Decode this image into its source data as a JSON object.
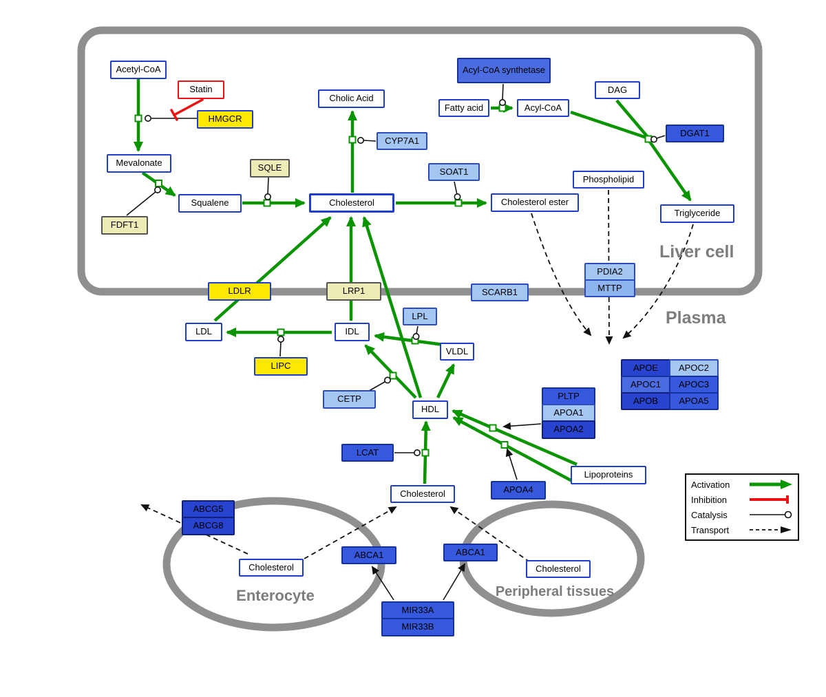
{
  "palette": {
    "activation_green": "#0a9400",
    "inhibition_red": "#ee1111",
    "node_border_blue": "#1f3dcc",
    "bright_yellow": "#ffe800",
    "pale_yellow": "#eeecb6",
    "light_blue": "#a3c6f3",
    "medium_blue": "#4a6ce0",
    "royal_blue": "#3558dc",
    "dark_blue": "#2743cf",
    "compartment_gray": "#8f8f8f"
  },
  "compartments": {
    "liver": "Liver cell",
    "plasma": "Plasma",
    "enterocyte": "Enterocyte",
    "peripheral": "Peripheral tissues"
  },
  "nodes": {
    "acetyl_coa": "Acetyl-CoA",
    "statin": "Statin",
    "hmgcr": "HMGCR",
    "mevalonate": "Mevalonate",
    "squalene": "Squalene",
    "sqle": "SQLE",
    "fdft1": "FDFT1",
    "cholesterol_liver": "Cholesterol",
    "cholic_acid": "Cholic Acid",
    "cyp7a1": "CYP7A1",
    "soat1": "SOAT1",
    "cholesterol_ester": "Cholesterol ester",
    "acyl_coa_synthetase": "Acyl-CoA synthetase",
    "fatty_acid": "Fatty acid",
    "acyl_coa": "Acyl-CoA",
    "dag": "DAG",
    "dgat1": "DGAT1",
    "phospholipid": "Phospholipid",
    "triglyceride": "Triglyceride",
    "pdia2": "PDIA2",
    "mttp": "MTTP",
    "scarb1": "SCARB1",
    "ldlr": "LDLR",
    "lrp1": "LRP1",
    "ldl": "LDL",
    "idl": "IDL",
    "lpl": "LPL",
    "vldl": "VLDL",
    "lipc": "LIPC",
    "cetp": "CETP",
    "hdl": "HDL",
    "lcat": "LCAT",
    "pltp": "PLTP",
    "apoa1": "APOA1",
    "apoa2": "APOA2",
    "apoa4": "APOA4",
    "lipoproteins": "Lipoproteins",
    "apoe": "APOE",
    "apoc2": "APOC2",
    "apoc1": "APOC1",
    "apoc3": "APOC3",
    "apob": "APOB",
    "apoa5": "APOA5",
    "cholesterol_plasma": "Cholesterol",
    "abcg5": "ABCG5",
    "abcg8": "ABCG8",
    "cholesterol_enterocyte": "Cholesterol",
    "abca1_enterocyte": "ABCA1",
    "abca1_peripheral": "ABCA1",
    "cholesterol_peripheral": "Cholesterol",
    "mir33a": "MIR33A",
    "mir33b": "MIR33B"
  },
  "legend": {
    "activation": "Activation",
    "inhibition": "Inhibition",
    "catalysis": "Catalysis",
    "transport": "Transport"
  }
}
